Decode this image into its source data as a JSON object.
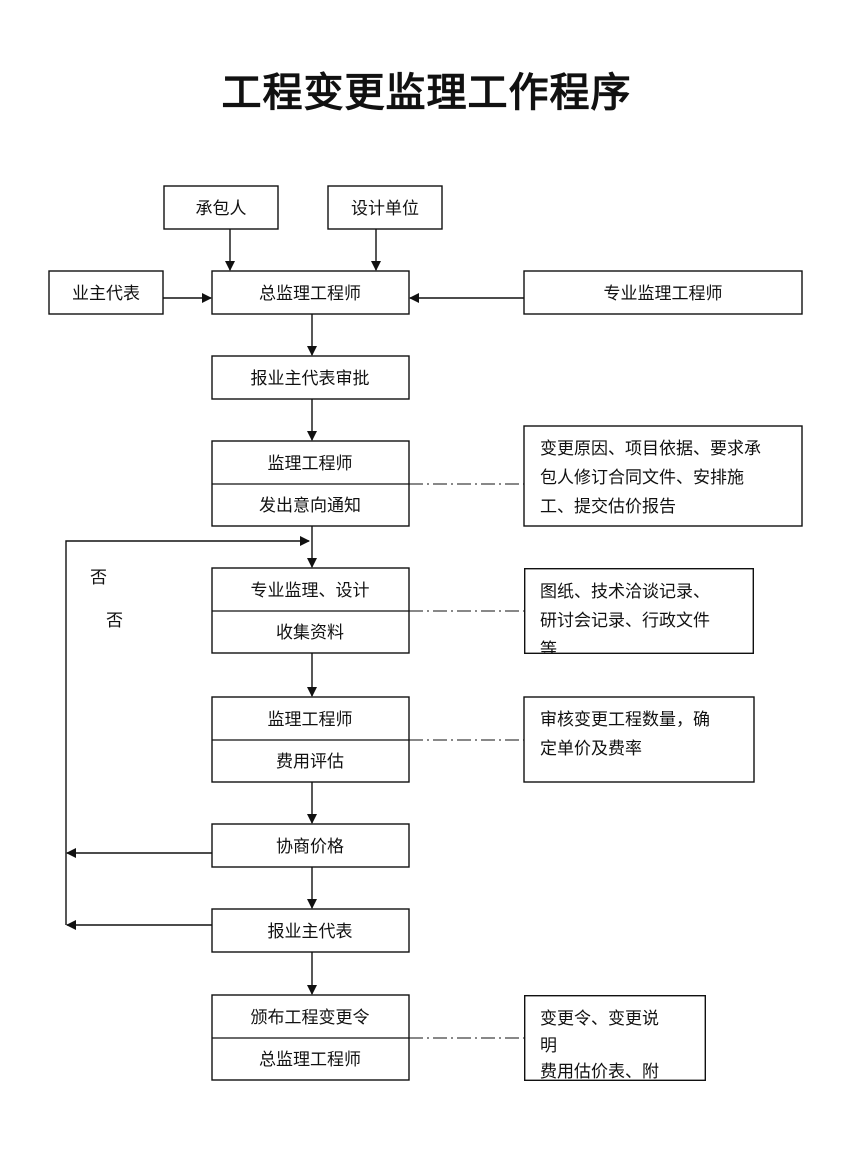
{
  "title": "工程变更监理工作程序",
  "nodes": {
    "contractor": "承包人",
    "design_unit": "设计单位",
    "owner_rep": "业主代表",
    "chief_engineer": "总监理工程师",
    "specialty_engineer": "专业监理工程师",
    "submit_approval": "报业主代表审批",
    "notice": {
      "top": "监理工程师",
      "bottom": "发出意向通知"
    },
    "collect": {
      "top": "专业监理、设计",
      "bottom": "收集资料"
    },
    "cost": {
      "top": "监理工程师",
      "bottom": "费用评估"
    },
    "negotiate": "协商价格",
    "report_owner": "报业主代表",
    "issue": {
      "top": "颁布工程变更令",
      "bottom": "总监理工程师"
    }
  },
  "notes": {
    "notice": [
      "变更原因、项目依据、要求承",
      "包人修订合同文件、安排施",
      "工、提交估价报告"
    ],
    "collect": [
      "图纸、技术洽谈记录、",
      "研讨会记录、行政文件",
      "等"
    ],
    "cost": [
      "审核变更工程数量，确",
      "定单价及费率"
    ],
    "issue": [
      "变更令、变更说",
      "明",
      "费用估价表、附"
    ]
  },
  "labels": {
    "no1": "否",
    "no2": "否"
  },
  "edges": [
    {
      "from": "contractor",
      "to": "chief_engineer"
    },
    {
      "from": "design_unit",
      "to": "chief_engineer"
    },
    {
      "from": "owner_rep",
      "to": "chief_engineer"
    },
    {
      "from": "specialty_engineer",
      "to": "chief_engineer"
    },
    {
      "from": "chief_engineer",
      "to": "submit_approval"
    },
    {
      "from": "submit_approval",
      "to": "notice"
    },
    {
      "from": "notice",
      "to": "collect"
    },
    {
      "from": "collect",
      "to": "cost"
    },
    {
      "from": "cost",
      "to": "negotiate"
    },
    {
      "from": "negotiate",
      "to": "collect",
      "label": "否"
    },
    {
      "from": "negotiate",
      "to": "report_owner"
    },
    {
      "from": "report_owner",
      "to": "collect",
      "label": "否"
    },
    {
      "from": "report_owner",
      "to": "issue"
    }
  ]
}
